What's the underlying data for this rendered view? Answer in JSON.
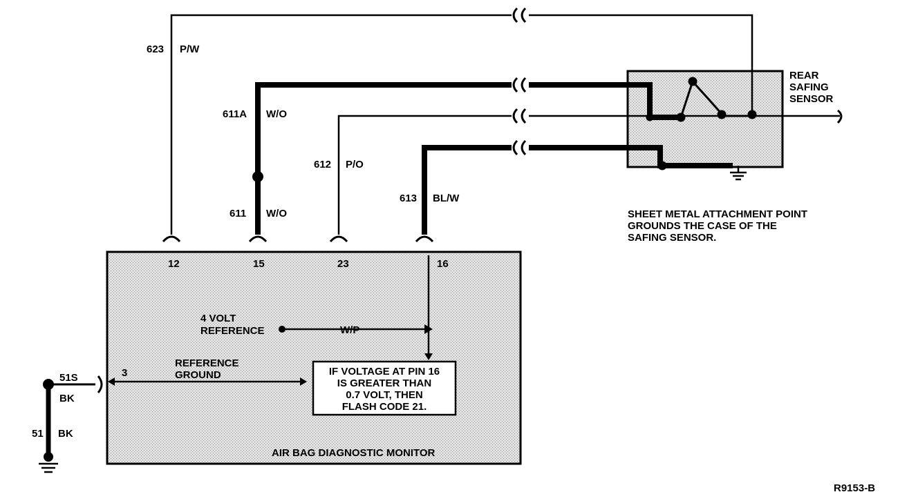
{
  "wires": {
    "w623": {
      "number": "623",
      "color": "P/W"
    },
    "w611a": {
      "number": "611A",
      "color": "W/O"
    },
    "w611": {
      "number": "611",
      "color": "W/O"
    },
    "w612": {
      "number": "612",
      "color": "P/O"
    },
    "w613": {
      "number": "613",
      "color": "BL/W"
    },
    "w51s": {
      "number": "51S",
      "color": "BK"
    },
    "w51": {
      "number": "51",
      "color": "BK"
    }
  },
  "module": {
    "name": "AIR BAG DIAGNOSTIC MONITOR",
    "pins": {
      "p12": "12",
      "p15": "15",
      "p23": "23",
      "p16": "16",
      "p3": "3"
    },
    "ref_4v_line1": "4 VOLT",
    "ref_4v_line2": "REFERENCE",
    "ref_4v_wire": "W/P",
    "ref_gnd_line1": "REFERENCE",
    "ref_gnd_line2": "GROUND"
  },
  "condition": {
    "line1": "IF VOLTAGE AT PIN 16",
    "line2": "IS GREATER THAN",
    "line3": "0.7 VOLT, THEN",
    "line4": "FLASH CODE 21."
  },
  "sensor": {
    "line1": "REAR",
    "line2": "SAFING",
    "line3": "SENSOR"
  },
  "note": {
    "line1": "SHEET METAL ATTACHMENT POINT",
    "line2": "GROUNDS THE CASE OF THE",
    "line3": "SAFING SENSOR."
  },
  "figure_id": "R9153-B"
}
